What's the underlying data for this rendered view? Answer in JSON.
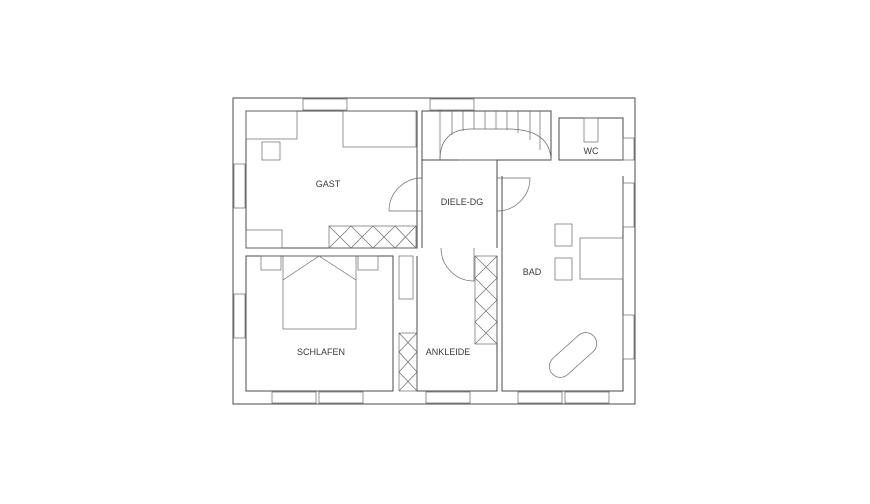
{
  "rooms": {
    "gast": "GAST",
    "diele": "DIELE-DG",
    "wc": "WC",
    "bad": "BAD",
    "schlafen": "SCHLAFEN",
    "ankleide": "ANKLEIDE"
  },
  "colors": {
    "line": "#4a4a4a",
    "background": "#ffffff"
  }
}
